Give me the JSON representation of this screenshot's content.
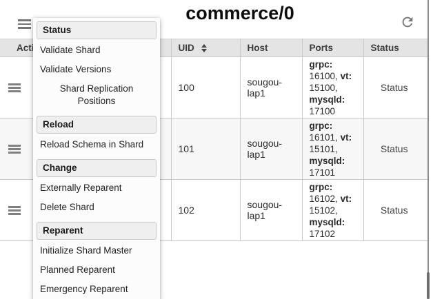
{
  "header": {
    "title": "commerce/0"
  },
  "menu": {
    "sections": [
      {
        "header": "Status",
        "items": [
          "Validate Shard",
          "Validate Versions",
          "Shard Replication Positions"
        ]
      },
      {
        "header": "Reload",
        "items": [
          "Reload Schema in Shard"
        ]
      },
      {
        "header": "Change",
        "items": [
          "Externally Reparent",
          "Delete Shard"
        ]
      },
      {
        "header": "Reparent",
        "items": [
          "Initialize Shard Master",
          "Planned Reparent",
          "Emergency Reparent"
        ]
      }
    ]
  },
  "table": {
    "columns": [
      "Actions",
      "",
      "UID",
      "Host",
      "Ports",
      "Status"
    ],
    "sort_column": "UID",
    "rows": [
      {
        "uid": "100",
        "host": "sougou-lap1",
        "ports": {
          "grpc_label": "grpc:",
          "grpc_value": "16100,",
          "vt_label": "vt:",
          "vt_value": "15100,",
          "mysqld_label": "mysqld:",
          "mysqld_value": "17100"
        },
        "status": "Status"
      },
      {
        "uid": "101",
        "host": "sougou-lap1",
        "ports": {
          "grpc_label": "grpc:",
          "grpc_value": "16101,",
          "vt_label": "vt:",
          "vt_value": "15101,",
          "mysqld_label": "mysqld:",
          "mysqld_value": "17101"
        },
        "status": "Status"
      },
      {
        "uid": "102",
        "host": "sougou-lap1",
        "ports": {
          "grpc_label": "grpc:",
          "grpc_value": "16102,",
          "vt_label": "vt:",
          "vt_value": "15102,",
          "mysqld_label": "mysqld:",
          "mysqld_value": "17102"
        },
        "status": "Status"
      }
    ]
  },
  "colors": {
    "header_row_bg": "#e4e4e4",
    "alt_row_bg": "#f7f7f7",
    "icon_gray": "#757575",
    "border": "#c9c9c9"
  }
}
